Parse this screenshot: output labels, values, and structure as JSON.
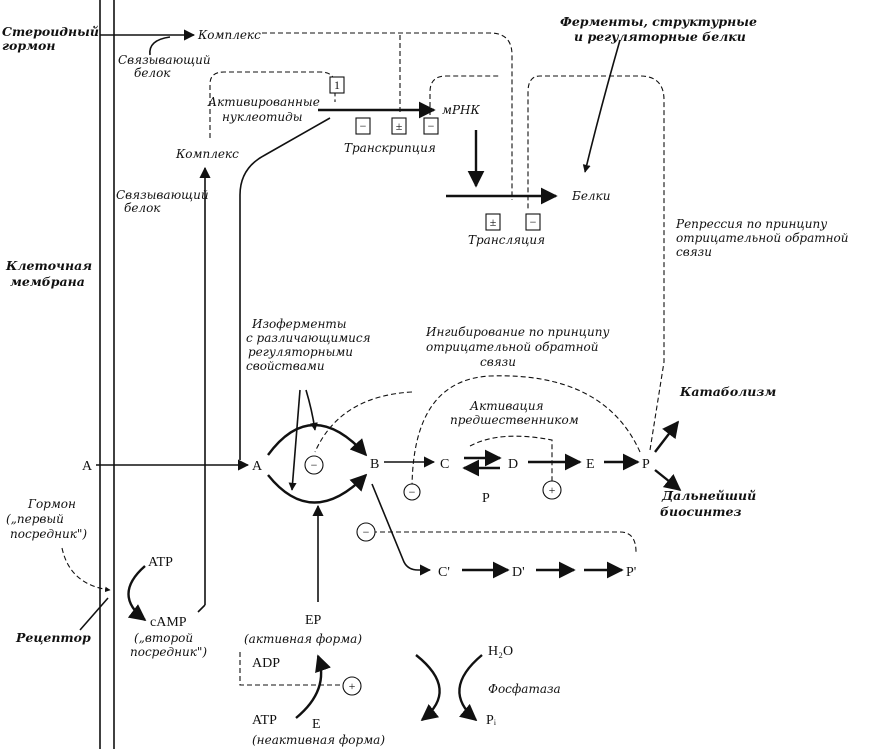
{
  "labels": {
    "steroid_hormone": [
      "Стероидный",
      "гормон"
    ],
    "complex_top": "Комплекс",
    "binding_protein_top": [
      "Связывающий",
      "белок"
    ],
    "enzymes": [
      "Ферменты, структурные",
      "и регуляторные белки"
    ],
    "activated_nucleotides": [
      "Активированные",
      "нуклеотиды"
    ],
    "mrna": "мРНК",
    "transcription": "Транскрипция",
    "complex_mid": "Комплекс",
    "binding_protein_mid": [
      "Связывающий",
      "белок"
    ],
    "proteins": "Белки",
    "translation": "Трансляция",
    "repression": [
      "Репрессия по принципу",
      "отрицательной обратной",
      "связи"
    ],
    "cell_membrane": [
      "Клеточная",
      "мембрана"
    ],
    "isoenzymes": [
      "Изоферменты",
      "с различающимися",
      "регуляторными",
      "свойствами"
    ],
    "inhibition": [
      "Ингибирование по принципу",
      "отрицательной обратной",
      "связи"
    ],
    "precursor_activation": [
      "Активация",
      "предшественником"
    ],
    "catabolism": "Катаболизм",
    "further_biosynthesis": [
      "Дальнейший",
      "биосинтез"
    ],
    "hormone_first": [
      "Гормон",
      "(„первый",
      "посредник\")"
    ],
    "receptor": "Рецептор",
    "camp_second": [
      "(„второй",
      "посредник\")"
    ],
    "ep_active": "(активная форма)",
    "e_inactive": "(неактивная форма)",
    "phosphatase": "Фосфатаза"
  },
  "symbols": {
    "A_out": "A",
    "A_in": "A",
    "B": "B",
    "C": "C",
    "D": "D",
    "E_met": "E",
    "P": "P",
    "P_mid": "P",
    "C_prime": "C'",
    "D_prime": "D'",
    "P_prime": "P'",
    "ATP_top": "ATP",
    "cAMP": "cAMP",
    "EP": "EP",
    "ADP": "ADP",
    "ATP_bottom": "ATP",
    "E_enzyme": "E",
    "H2O": "H₂O",
    "Pi": "Pᵢ"
  },
  "signs": {
    "minus": "−",
    "plus": "+",
    "plusminus": "±",
    "box_top_right": "1"
  },
  "colors": {
    "ink": "#111111",
    "background": "#ffffff"
  }
}
